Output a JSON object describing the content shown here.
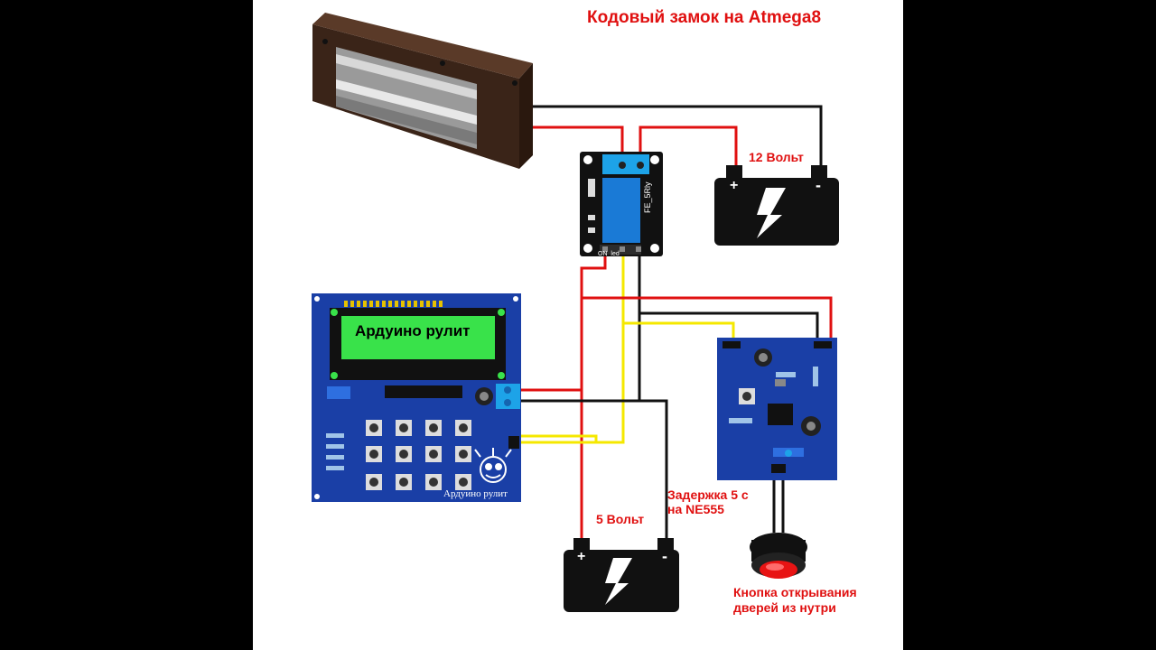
{
  "title": "Кодовый замок на Atmega8",
  "labels": {
    "battery_12v": "12 Вольт",
    "battery_5v": "5 Вольт",
    "delay_line1": "Задержка 5 с",
    "delay_line2": "на NE555",
    "button_line1": "Кнопка открывания",
    "button_line2": "дверей из нутри"
  },
  "lcd_text": "Ардуино рулит",
  "pcb_brand": "Ардуино рулит",
  "relay_module": {
    "name": "FE_5Rly",
    "led_label": "ON_led"
  },
  "battery_terminals": {
    "plus": "+",
    "minus": "-"
  },
  "colors": {
    "wire_red": "#e01010",
    "wire_black": "#111111",
    "wire_yellow": "#f5e800",
    "pcb_blue": "#1a3fa6",
    "lcd_green": "#39e24a",
    "button_red": "#e81414"
  },
  "icons": [
    "magnetic-lock-icon",
    "relay-module-icon",
    "battery-icon",
    "lcd-keypad-board-icon",
    "timer-board-icon",
    "push-button-icon"
  ]
}
